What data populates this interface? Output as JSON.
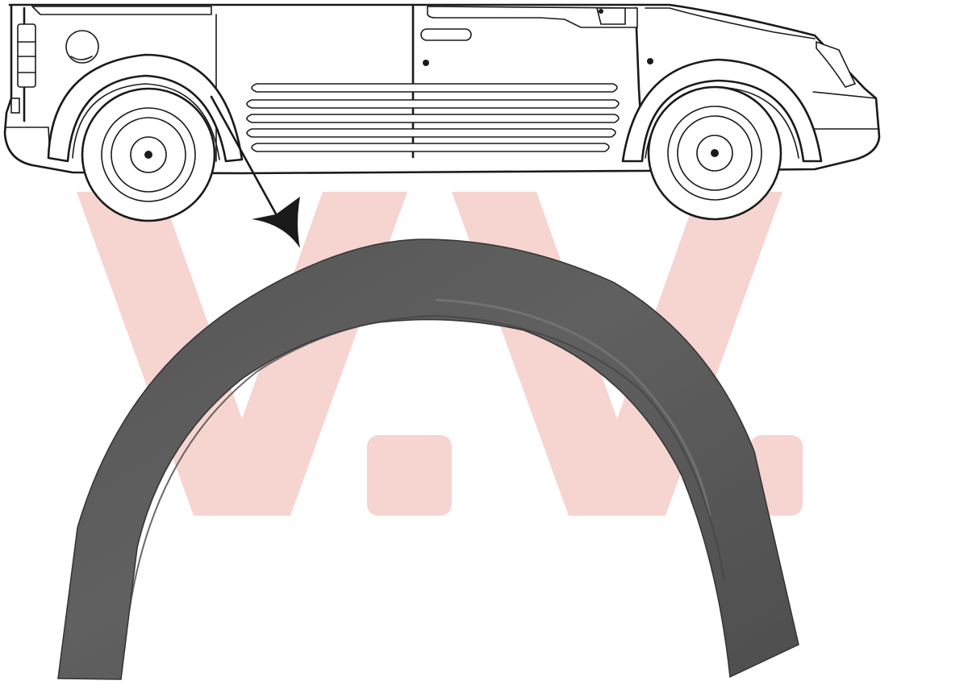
{
  "watermark": {
    "glyphs": [
      "V",
      ".",
      "V",
      "."
    ],
    "color": "#f6d4d0"
  },
  "vehicle": {
    "view": "side-view",
    "body_color": "#ffffff",
    "outline_color": "#1a1a1a"
  },
  "pointer": {
    "direction": "down-right",
    "color": "#1a1a1a"
  },
  "part": {
    "shape": "wheel-arch-trim",
    "color": "#5e5e5e",
    "highlight_color": "#7a7a7a",
    "shadow_color": "#4a4a4a"
  }
}
